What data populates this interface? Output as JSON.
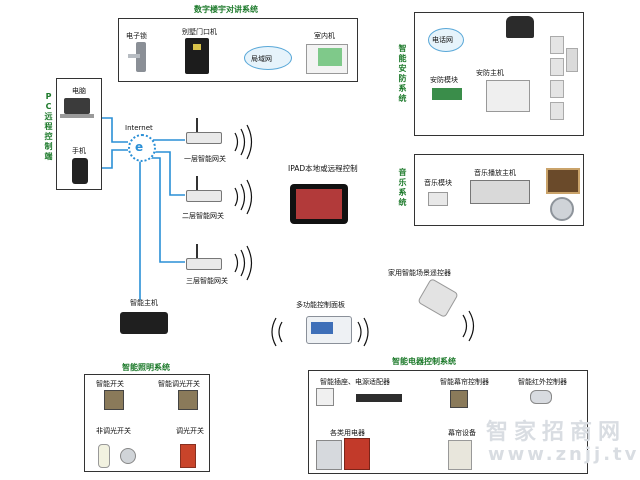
{
  "sections": {
    "intercom_title": "数字楼宇对讲系统",
    "security_title": "智能安防系统",
    "music_title": "音乐系统",
    "pc_title": "PC远程控制端",
    "lighting_title": "智能照明系统",
    "appliance_title": "智能电器控制系统"
  },
  "intercom": {
    "e_lock": "电子锁",
    "gate_unit": "别墅门口机",
    "lan": "局域网",
    "indoor_unit": "室内机"
  },
  "security": {
    "phone_net": "电话网",
    "module": "安防模块",
    "host": "安防主机"
  },
  "music": {
    "module": "音乐模块",
    "player": "音乐播放主机"
  },
  "pc": {
    "computer": "电脑",
    "phone": "手机",
    "internet": "Internet"
  },
  "center": {
    "gw1": "一层智能网关",
    "gw2": "二层智能网关",
    "gw3": "三层智能网关",
    "ipad": "IPAD本地或远程控制",
    "remote": "家用智能场景遥控器",
    "panel": "多功能控制面板",
    "host": "智能主机"
  },
  "lighting": {
    "switch": "智能开关",
    "dimmer": "智能调光开关",
    "non_dim": "非调光开关",
    "dim": "调光开关"
  },
  "appliance": {
    "socket": "智能插座、电源适配器",
    "curtain": "智能幕帘控制器",
    "ir": "智能红外控制器",
    "devices": "各类用电器",
    "curtain_dev": "幕帘设备"
  },
  "watermark": {
    "name": "智家招商网",
    "url": "www.znjj.tv"
  },
  "colors": {
    "accent_green": "#1d7a2b",
    "wire_blue": "#2a8fd6"
  }
}
